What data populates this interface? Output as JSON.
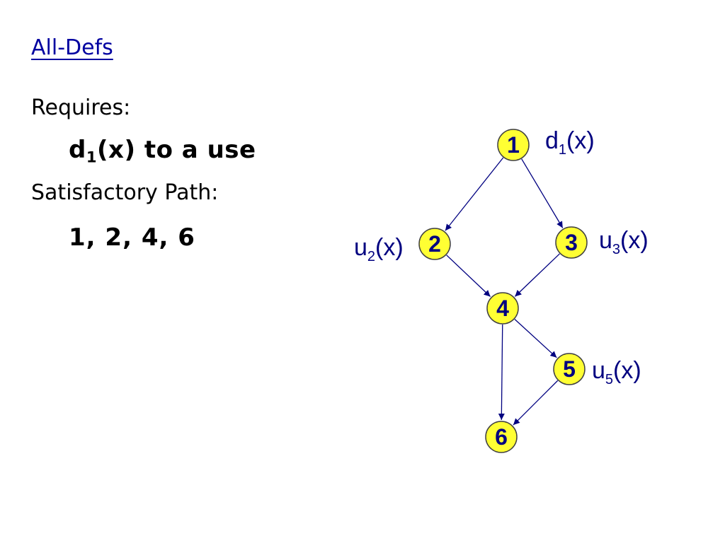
{
  "slide": {
    "title": "All-Defs",
    "requires_label": "Requires:",
    "requirement": {
      "var": "d",
      "sub": "1",
      "rest": "(x) to a use"
    },
    "satisfactory_label": "Satisfactory Path:",
    "path_value": "1, 2, 4, 6"
  },
  "graph": {
    "nodes": [
      {
        "id": "1",
        "label": "1"
      },
      {
        "id": "2",
        "label": "2"
      },
      {
        "id": "3",
        "label": "3"
      },
      {
        "id": "4",
        "label": "4"
      },
      {
        "id": "5",
        "label": "5"
      },
      {
        "id": "6",
        "label": "6"
      }
    ],
    "edges": [
      {
        "from": "1",
        "to": "2"
      },
      {
        "from": "1",
        "to": "3"
      },
      {
        "from": "2",
        "to": "4"
      },
      {
        "from": "3",
        "to": "4"
      },
      {
        "from": "4",
        "to": "5"
      },
      {
        "from": "4",
        "to": "6"
      },
      {
        "from": "5",
        "to": "6"
      }
    ],
    "annotations": [
      {
        "node": "1",
        "base": "d",
        "sub": "1",
        "rest": "(x)"
      },
      {
        "node": "2",
        "base": "u",
        "sub": "2",
        "rest": "(x)"
      },
      {
        "node": "3",
        "base": "u",
        "sub": "3",
        "rest": "(x)"
      },
      {
        "node": "5",
        "base": "u",
        "sub": "5",
        "rest": "(x)"
      }
    ]
  },
  "colors": {
    "title": "#0000a0",
    "node_fill": "#ffff33",
    "node_label": "#000080",
    "edge": "#000080"
  }
}
